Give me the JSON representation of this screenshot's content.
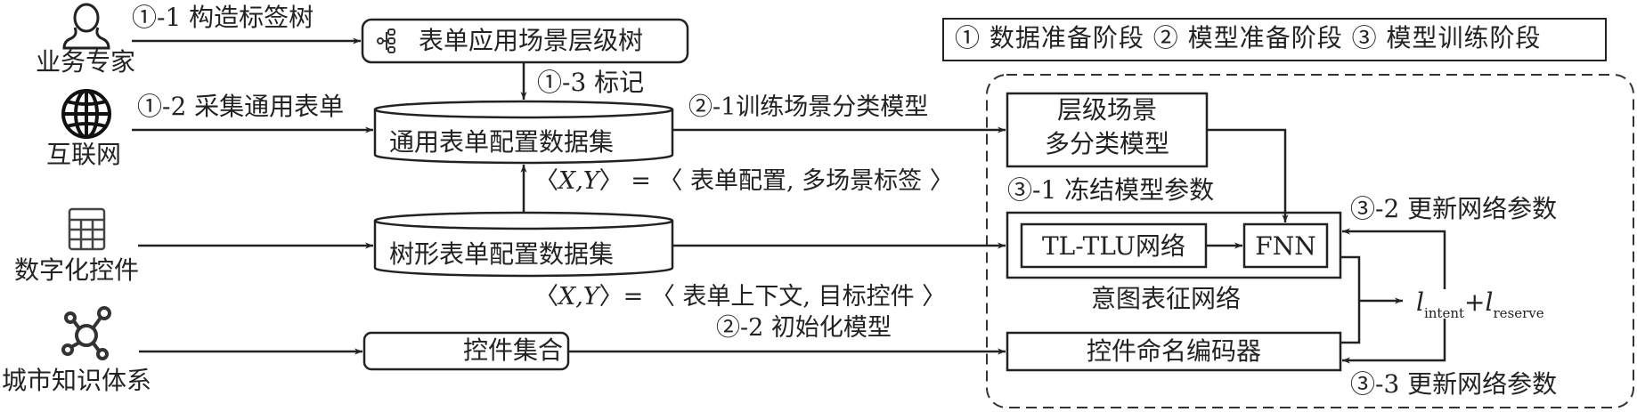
{
  "legend": {
    "text": "① 数据准备阶段  ② 模型准备阶段 ③ 模型训练阶段",
    "stages": [
      "① 数据准备阶段",
      "② 模型准备阶段",
      "③ 模型训练阶段"
    ]
  },
  "sources": [
    {
      "id": "expert",
      "label": "业务专家",
      "icon": "person-icon"
    },
    {
      "id": "internet",
      "label": "互联网",
      "icon": "globe-icon"
    },
    {
      "id": "digital_controls",
      "label": "数字化控件",
      "icon": "table-grid-icon"
    },
    {
      "id": "city_knowledge",
      "label": "城市知识体系",
      "icon": "network-nodes-icon"
    }
  ],
  "nodes": {
    "scene_tree": {
      "label": "表单应用场景层级树",
      "icon": "tree-hierarchy-icon"
    },
    "general_dataset": {
      "label": "通用表单配置数据集"
    },
    "tree_dataset": {
      "label": "树形表单配置数据集"
    },
    "controls_set": {
      "label": "控件集合"
    },
    "scene_classifier": {
      "line1": "层级场景",
      "line2": "多分类模型"
    },
    "tltlu": {
      "label": "TL-TLU网络"
    },
    "fnn": {
      "label": "FNN"
    },
    "intent_net": {
      "label": "意图表征网络"
    },
    "name_encoder": {
      "label": "控件命名编码器"
    },
    "loss": {
      "l": "l",
      "sub1": "intent",
      "plus": "+",
      "sub2": "reserve"
    }
  },
  "edges": {
    "e1_1": "①-1 构造标签树",
    "e1_2": "①-2 采集通用表单",
    "e1_3": "①-3 标记",
    "e2_1": "②-1训练场景分类模型",
    "e2_2": "②-2 初始化模型",
    "e3_1": "③-1 冻结模型参数",
    "e3_2": "③-2 更新网络参数",
    "e3_3": "③-3 更新网络参数"
  },
  "annotations": {
    "xy1_pre": "〈",
    "xy1_mid": "X,Y",
    "xy1_post": "〉 = 〈 表单配置, 多场景标签 〉",
    "xy2_pre": "〈",
    "xy2_mid": "X,Y",
    "xy2_post": "〉= 〈 表单上下文, 目标控件 〉"
  }
}
